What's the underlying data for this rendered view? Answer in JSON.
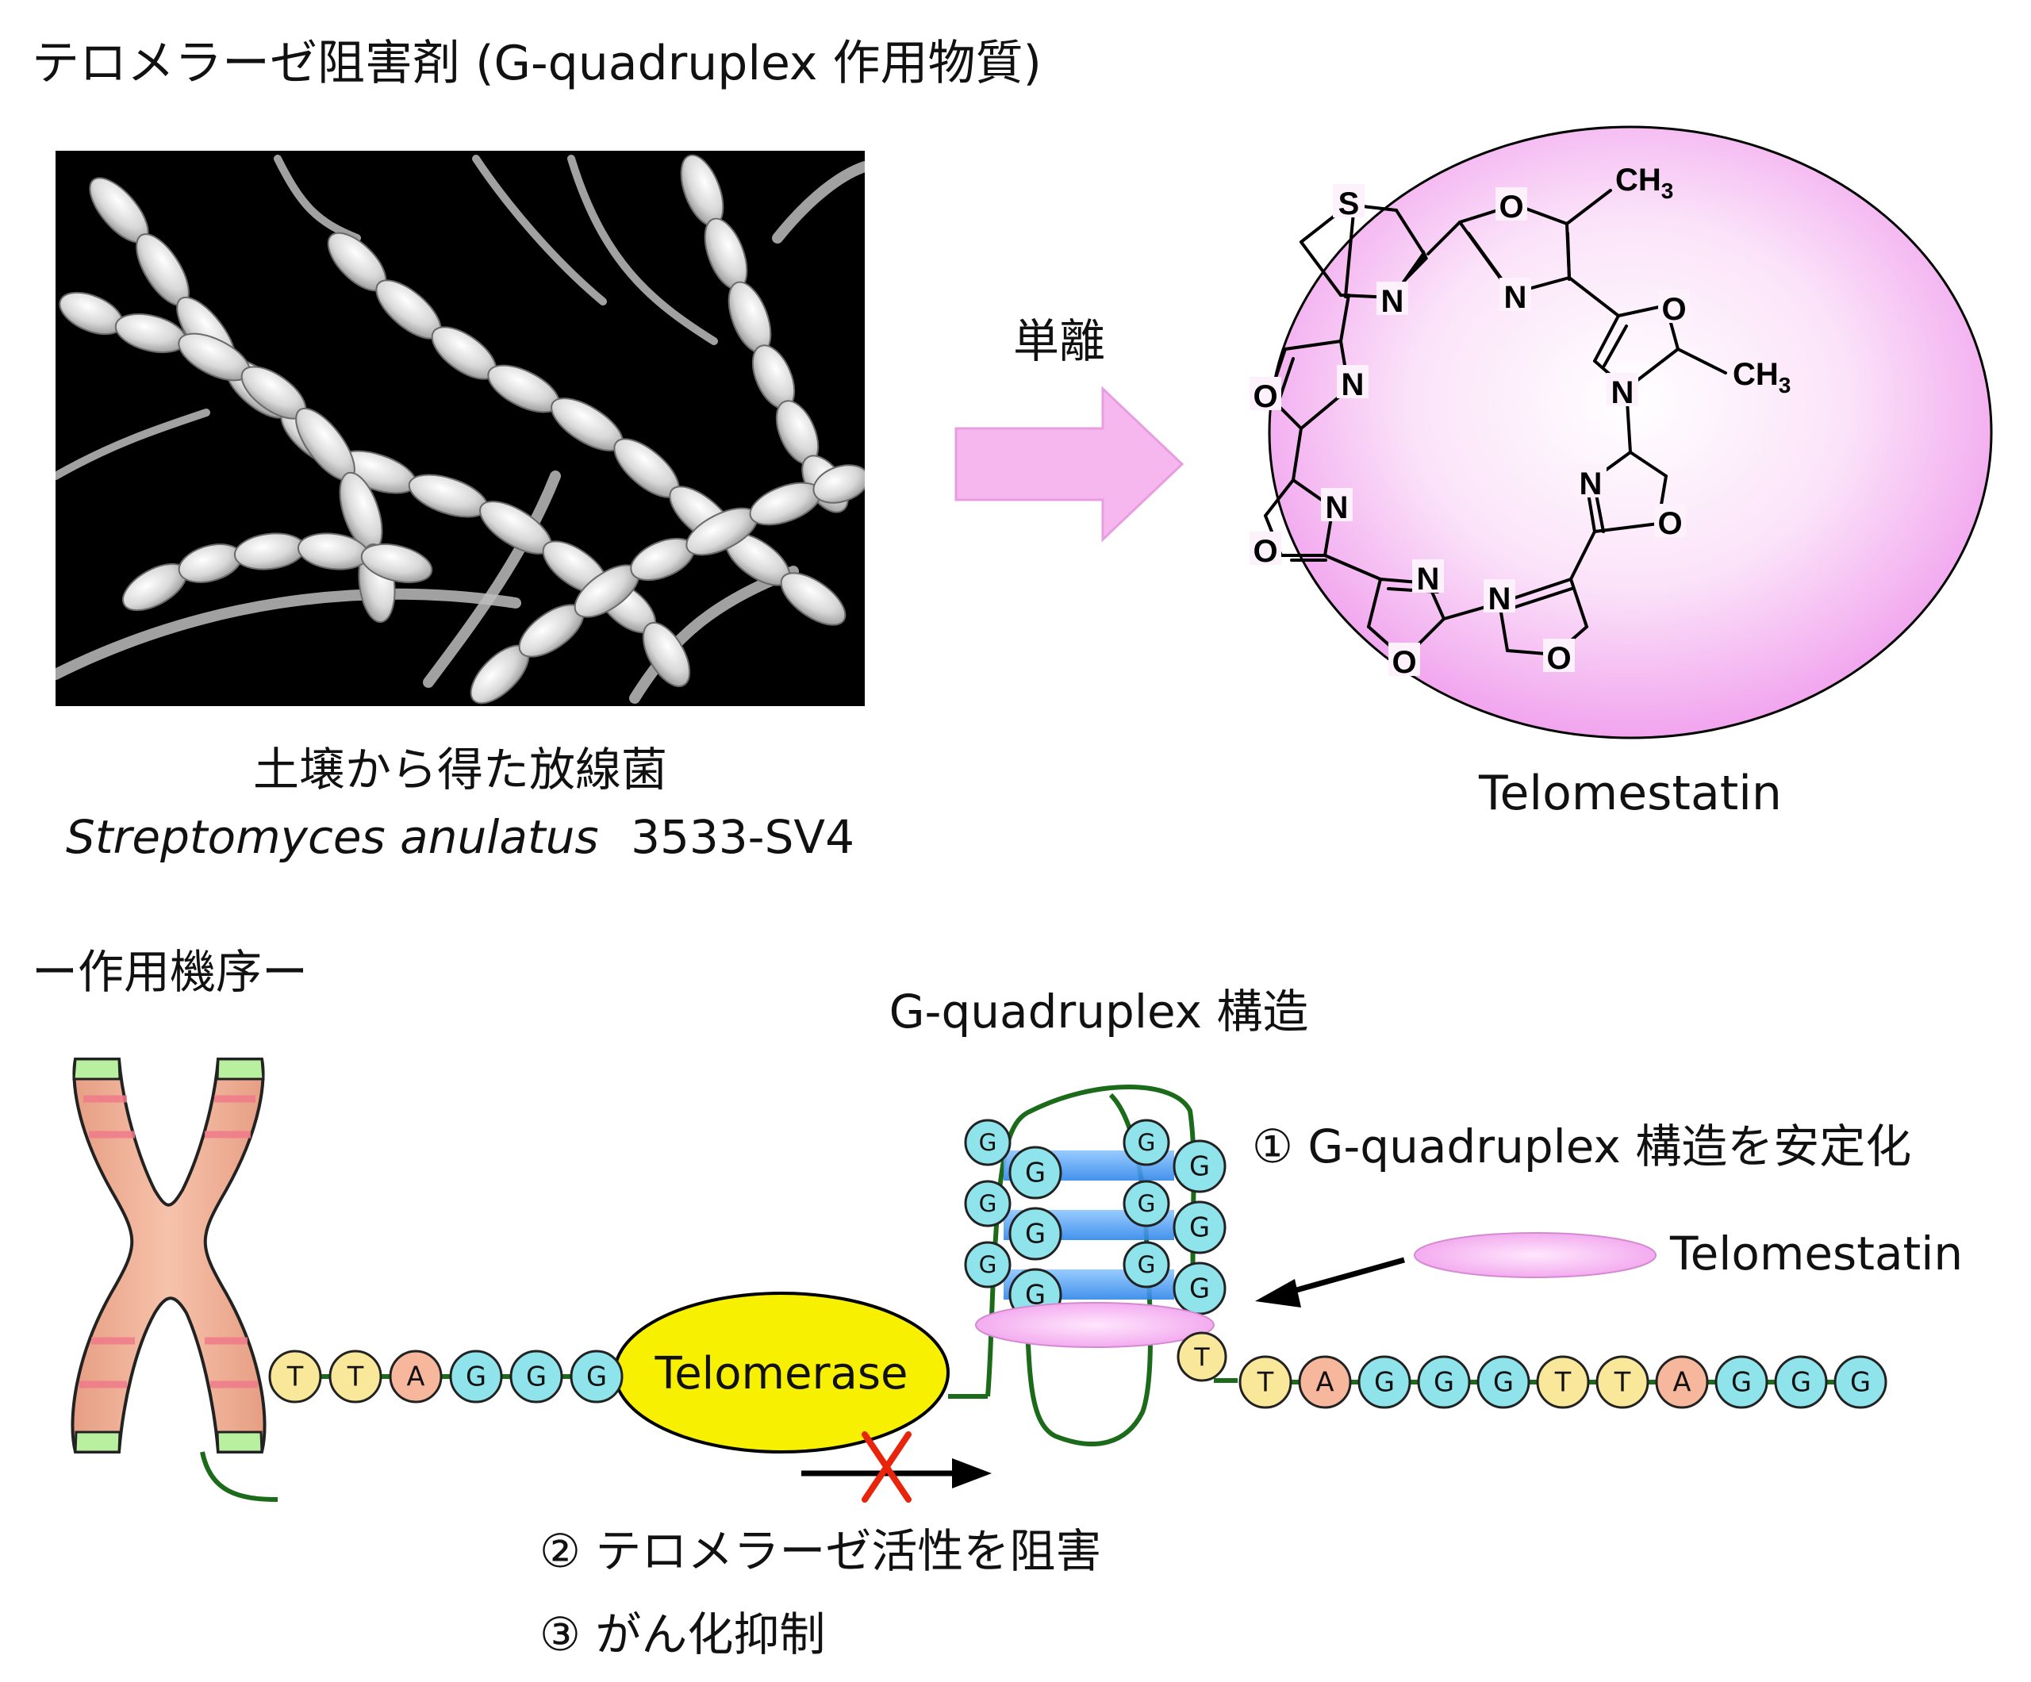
{
  "title": "テロメラーゼ阻害剤 (G-quadruplex 作用物質)",
  "photo": {
    "caption_line1": "土壌から得た放線菌",
    "caption_species": "Streptomyces anulatus",
    "caption_strain": "3533-SV4"
  },
  "arrow_label": "単離",
  "molecule": {
    "name": "Telomestatin",
    "atoms": {
      "S": "S",
      "N": "N",
      "O": "O",
      "methyl_1": "CH3",
      "methyl_2": "CH3"
    },
    "circle_color": "#f3a6f1"
  },
  "mechanism": {
    "heading": "ー作用機序ー",
    "structure_label": "G-quadruplex 構造",
    "enzyme_label": "Telomerase",
    "ligand_label": "Telomestatin",
    "steps": [
      "① G-quadruplex 構造を安定化",
      "② テロメラーゼ活性を阻害",
      "③ がん化抑制"
    ],
    "left_sequence": [
      "T",
      "T",
      "A",
      "G",
      "G",
      "G"
    ],
    "right_sequence": [
      "T",
      "A",
      "G",
      "G",
      "G",
      "T",
      "T",
      "A",
      "G",
      "G",
      "G"
    ],
    "loop_base": "T",
    "quad_left_back": [
      "G",
      "G",
      "G"
    ],
    "quad_left_front": [
      "G",
      "G",
      "G"
    ],
    "quad_right_back": [
      "G",
      "G",
      "G"
    ],
    "quad_right_front": [
      "G",
      "G",
      "G"
    ],
    "colors": {
      "T": "#f9e79a",
      "A": "#f6b79c",
      "G": "#8fe3ea",
      "enzyme": "#f7f000",
      "block_x": "#e8240c",
      "strand": "#1b6b1b",
      "stack": "#3b8ff0",
      "ligand": "#f5b9f2"
    }
  }
}
